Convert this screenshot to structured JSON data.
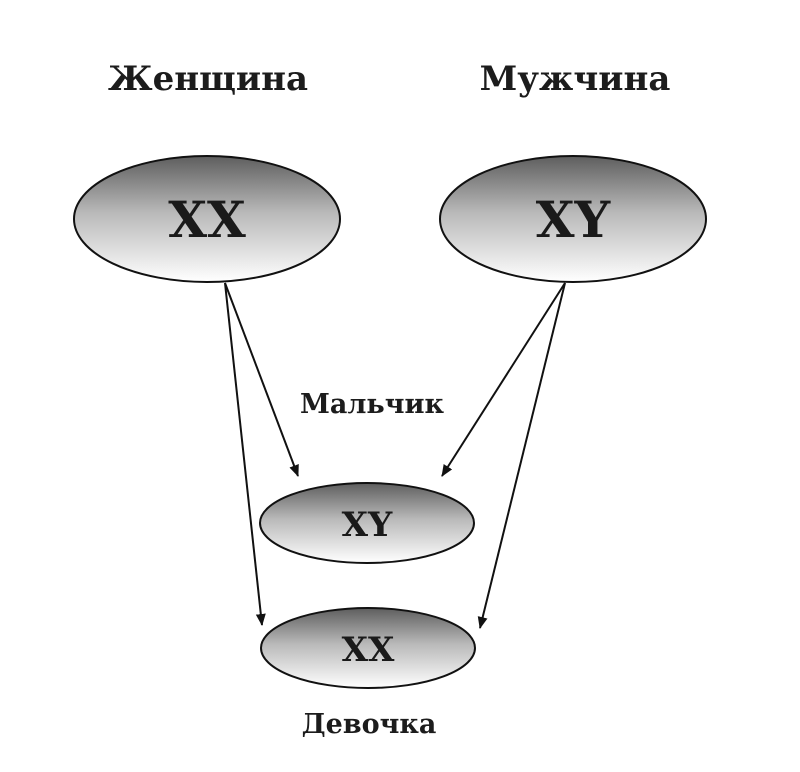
{
  "parents": {
    "woman": {
      "label": "Женщина",
      "chromosomes": "XX"
    },
    "man": {
      "label": "Мужчина",
      "chromosomes": "XY"
    }
  },
  "children": {
    "boy": {
      "label": "Мальчик",
      "chromosomes": "XY"
    },
    "girl": {
      "label": "Девочка",
      "chromosomes": "XX"
    }
  }
}
